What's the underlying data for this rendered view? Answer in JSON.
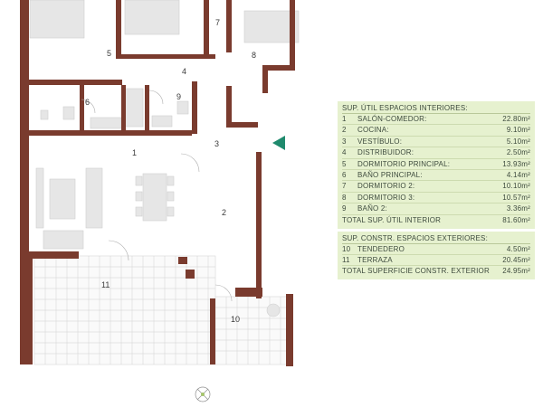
{
  "plan": {
    "room_numbers": [
      "1",
      "2",
      "3",
      "4",
      "5",
      "6",
      "7",
      "8",
      "9",
      "10",
      "11"
    ],
    "colors": {
      "wall": "#7a3b2e",
      "floor": "#ffffff",
      "furniture": "#e4e4e4",
      "terrace_grid": "#dcdcdc",
      "entrance_arrow": "#1f8a6d"
    }
  },
  "legend": {
    "interior_header": "SUP. ÚTIL ESPACIOS INTERIORES:",
    "interior_rows": [
      {
        "n": "1",
        "label": "SALÓN-COMEDOR:",
        "value": "22.80m²"
      },
      {
        "n": "2",
        "label": "COCINA:",
        "value": "9.10m²"
      },
      {
        "n": "3",
        "label": "VESTÍBULO:",
        "value": "5.10m²"
      },
      {
        "n": "4",
        "label": "DISTRIBUIDOR:",
        "value": "2.50m²"
      },
      {
        "n": "5",
        "label": "DORMITORIO PRINCIPAL:",
        "value": "13.93m²"
      },
      {
        "n": "6",
        "label": "BAÑO PRINCIPAL:",
        "value": "4.14m²"
      },
      {
        "n": "7",
        "label": "DORMITORIO 2:",
        "value": "10.10m²"
      },
      {
        "n": "8",
        "label": "DORMITORIO 3:",
        "value": "10.57m²"
      },
      {
        "n": "9",
        "label": "BAÑO 2:",
        "value": "3.36m²"
      }
    ],
    "interior_total_label": "TOTAL SUP. ÚTIL INTERIOR",
    "interior_total_value": "81.60m²",
    "exterior_header": "SUP. CONSTR. ESPACIOS EXTERIORES:",
    "exterior_rows": [
      {
        "n": "10",
        "label": "TENDEDERO",
        "value": "4.50m²"
      },
      {
        "n": "11",
        "label": "TERRAZA",
        "value": "20.45m²"
      }
    ],
    "exterior_total_label": "TOTAL SUPERFICIE CONSTR. EXTERIOR",
    "exterior_total_value": "24.95m²",
    "background": "#e6f1cf"
  }
}
